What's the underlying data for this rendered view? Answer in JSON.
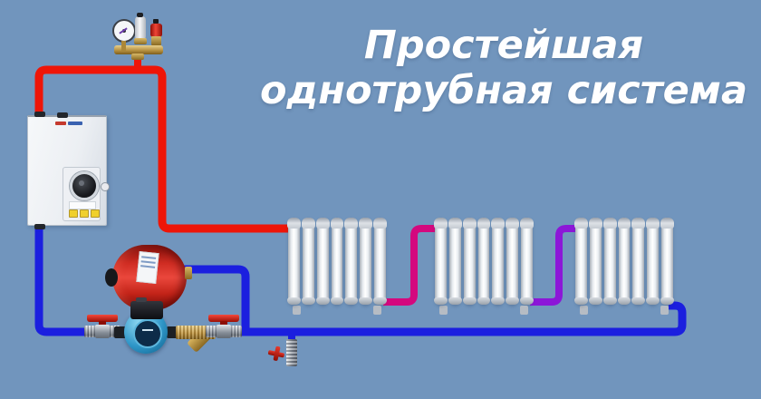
{
  "title": {
    "line1": "Простейшая",
    "line2": "однотрубная система"
  },
  "colors": {
    "background": "#7195bd",
    "supply_pipe": "#ee1508",
    "return_pipe": "#1b1fdf",
    "radiator_link_1": "#d4087e",
    "radiator_link_2": "#8c16d8",
    "title_text": "#ffffff"
  },
  "radiators": {
    "count": 3,
    "units": [
      {
        "sections": 7
      },
      {
        "sections": 7
      },
      {
        "sections": 7
      }
    ]
  },
  "components": {
    "boiler": "electric-boiler",
    "safety_group": "safety-group-with-gauge-vent-relief",
    "expansion_tank": "expansion-tank",
    "pump": "circulation-pump",
    "strainer": "y-strainer",
    "shutoff_valves": [
      "ball-valve",
      "ball-valve"
    ],
    "drain_valve": "drain-valve"
  }
}
